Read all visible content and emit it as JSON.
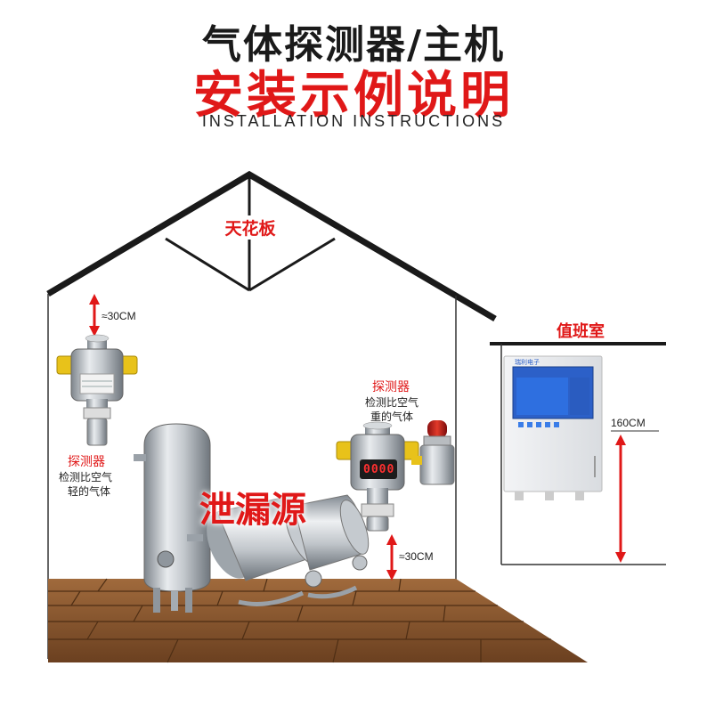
{
  "title": {
    "line1": "气体探测器/主机",
    "line2": "安装示例说明",
    "subtitle": "INSTALLATION INSTRUCTIONS"
  },
  "ceiling_label": "天花板",
  "duty_room_label": "值班室",
  "leak_source_label": "泄漏源",
  "left_detector": {
    "title": "探测器",
    "desc_line1": "检测比空气",
    "desc_line2": "轻的气体",
    "distance": "≈30CM"
  },
  "right_detector": {
    "title": "探测器",
    "desc_line1": "检测比空气",
    "desc_line2": "重的气体",
    "distance": "≈30CM",
    "display_value": "0000"
  },
  "controller": {
    "height": "160CM",
    "brand": "瑞利电子"
  },
  "colors": {
    "accent_red": "#e01818",
    "wall_line": "#1a1a1a",
    "floor_wood": "#8a5a34",
    "steel": "#b9bec4"
  }
}
